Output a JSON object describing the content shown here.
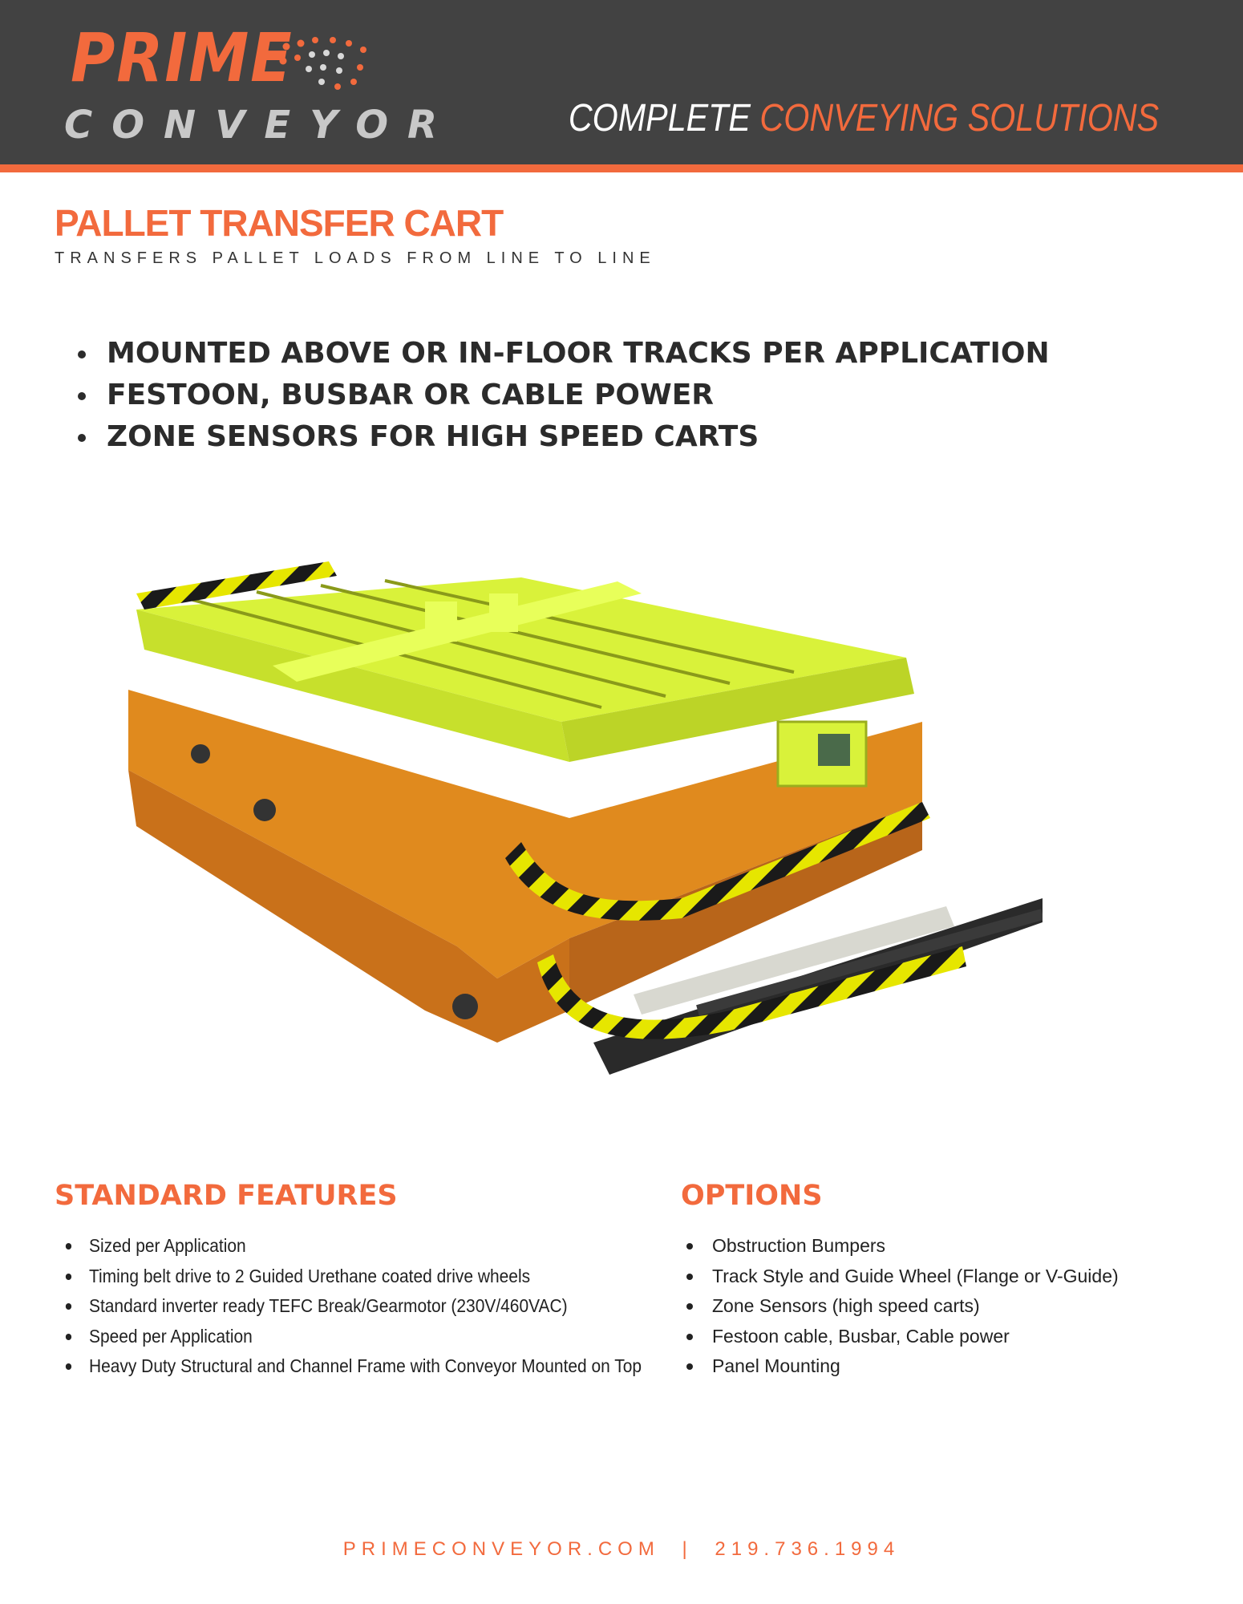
{
  "brand": {
    "name_primary": "PRIME",
    "name_secondary": "CONVEYOR",
    "tagline_plain": "COMPLETE",
    "tagline_accent": "CONVEYING SOLUTIONS",
    "accent_color": "#f26a3d",
    "header_color": "#424242"
  },
  "product": {
    "title": "PALLET TRANSFER CART",
    "subtitle": "TRANSFERS PALLET LOADS FROM LINE TO LINE",
    "highlights": [
      "MOUNTED ABOVE OR IN-FLOOR TRACKS PER APPLICATION",
      "FESTOON, BUSBAR OR CABLE POWER",
      "ZONE SENSORS FOR HIGH SPEED CARTS"
    ],
    "image_icon": "pallet-transfer-cart-photo"
  },
  "standard_features": {
    "heading": "STANDARD FEATURES",
    "items": [
      "Sized per Application",
      "Timing belt drive to 2 Guided Urethane coated drive wheels",
      "Standard inverter ready TEFC Break/Gearmotor (230V/460VAC)",
      "Speed per Application",
      "Heavy Duty Structural and Channel Frame with Conveyor Mounted on Top"
    ]
  },
  "options": {
    "heading": "OPTIONS",
    "items": [
      "Obstruction Bumpers",
      "Track Style and Guide Wheel (Flange or V-Guide)",
      "Zone Sensors (high speed carts)",
      "Festoon cable, Busbar, Cable power",
      "Panel Mounting"
    ]
  },
  "footer": {
    "website": "PRIMECONVEYOR.COM",
    "separator": "|",
    "phone": "219.736.1994"
  }
}
